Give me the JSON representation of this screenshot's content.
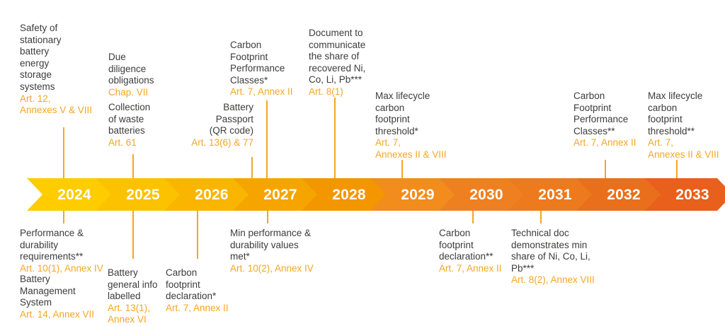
{
  "meta": {
    "accent_orange": "#F5A623",
    "text_color": "#3c3c3b",
    "year_label_color": "#ffffff"
  },
  "timeline": {
    "years": [
      {
        "year": "2024",
        "color": "#FFCC00"
      },
      {
        "year": "2025",
        "color": "#FCC200"
      },
      {
        "year": "2026",
        "color": "#F9B500"
      },
      {
        "year": "2027",
        "color": "#F6A500"
      },
      {
        "year": "2028",
        "color": "#F49600"
      },
      {
        "year": "2029",
        "color": "#F28C1C"
      },
      {
        "year": "2030",
        "color": "#EF8022"
      },
      {
        "year": "2031",
        "color": "#EE7A1E"
      },
      {
        "year": "2032",
        "color": "#EA6F1C"
      },
      {
        "year": "2033",
        "color": "#E8601C"
      }
    ]
  },
  "notes_above": [
    {
      "id": "note-2024-safety",
      "title": "Safety of\nstationary\nbattery\nenergy\nstorage\nsystems",
      "ref": "Art. 12,\nAnnexes V & VIII",
      "year": "2024"
    },
    {
      "id": "note-2025-due-diligence",
      "title": "Due\ndiligence\nobligations",
      "ref": "Chap. VII",
      "year": "2025"
    },
    {
      "id": "note-2025-collection",
      "title": "Collection\nof waste\nbatteries",
      "ref": "Art. 61",
      "year": "2025"
    },
    {
      "id": "note-2027-cf-classes",
      "title": "Carbon\nFootprint\nPerformance\nClasses*",
      "ref": "Art. 7, Annex II",
      "year": "2027"
    },
    {
      "id": "note-2027-battery-passport",
      "title": "Battery\nPassport\n(QR code)",
      "ref": "Art. 13(6) & 77",
      "year": "2027"
    },
    {
      "id": "note-2028-document",
      "title": "Document to\ncommunicate\nthe share of\nrecovered Ni,\nCo, Li, Pb***",
      "ref": "Art. 8(1)",
      "year": "2028"
    },
    {
      "id": "note-2029-max-lifecycle",
      "title": "Max lifecycle\ncarbon\nfootprint\nthreshold*",
      "ref": "Art. 7,\nAnnexes II & VIII",
      "year": "2029"
    },
    {
      "id": "note-2032-cf-classes",
      "title": "Carbon\nFootprint\nPerformance\nClasses**",
      "ref": "Art. 7, Annex II",
      "year": "2032"
    },
    {
      "id": "note-2033-max-lifecycle",
      "title": "Max lifecycle\ncarbon\nfootprint\nthreshold**",
      "ref": "Art. 7,\nAnnexes II & VIII",
      "year": "2033"
    }
  ],
  "notes_below": [
    {
      "id": "note-2024-performance",
      "title": "Performance &\ndurability\nrequirements**",
      "ref": "Art. 10(1), Annex IV",
      "year": "2024"
    },
    {
      "id": "note-2024-bms",
      "title": "Battery\nManagement\nSystem",
      "ref": "Art. 14, Annex VII",
      "year": "2024"
    },
    {
      "id": "note-2025-general-info",
      "title": "Battery\ngeneral info\nlabelled",
      "ref": "Art. 13(1),\nAnnex VI",
      "year": "2025"
    },
    {
      "id": "note-2026-cf-declaration",
      "title": "Carbon\nfootprint\ndeclaration*",
      "ref": "Art. 7, Annex II",
      "year": "2026"
    },
    {
      "id": "note-2027-min-performance",
      "title": "Min performance &\ndurability values\nmet*",
      "ref": "Art. 10(2), Annex IV",
      "year": "2027"
    },
    {
      "id": "note-2030-cf-declaration",
      "title": "Carbon\nfootprint\ndeclaration**",
      "ref": "Art. 7, Annex II",
      "year": "2030"
    },
    {
      "id": "note-2031-technical-doc",
      "title": "Technical doc\ndemonstrates min\nshare of Ni, Co, Li,\nPb***",
      "ref": "Art. 8(2), Annex VIII",
      "year": "2031"
    }
  ]
}
